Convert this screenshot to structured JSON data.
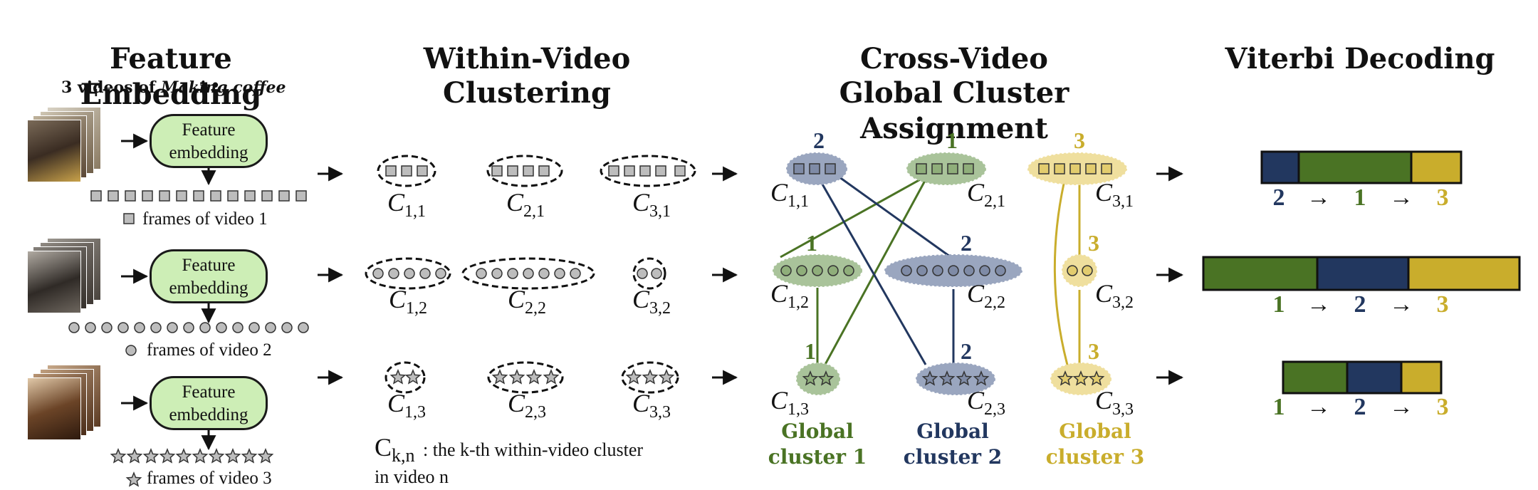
{
  "titles": {
    "col1": "Feature Embedding",
    "col2_line1": "Within-Video",
    "col2_line2": "Clustering",
    "col3_line1": "Cross-Video",
    "col3_line2": "Global Cluster Assignment",
    "col4": "Viterbi Decoding"
  },
  "subtitle": {
    "prefix": "3 videos of",
    "task": "Making coffee"
  },
  "embedding_label": "Feature embedding",
  "frame_captions": [
    "frames of video 1",
    "frames of video 2",
    "frames of video 3"
  ],
  "within_clusters": [
    [
      "C",
      "1,1",
      "2,1",
      "3,1"
    ],
    [
      "C",
      "1,2",
      "2,2",
      "3,2"
    ],
    [
      "C",
      "1,3",
      "2,3",
      "3,3"
    ]
  ],
  "notation": {
    "symbol": "C",
    "sub": "k,n",
    "desc": " : the k-th within-video cluster",
    "desc2": "in video n"
  },
  "global": {
    "row1": [
      {
        "num": "2",
        "name": "C",
        "sub": "1,1"
      },
      {
        "num": "1",
        "name": "C",
        "sub": "2,1"
      },
      {
        "num": "3",
        "name": "C",
        "sub": "3,1"
      }
    ],
    "row2": [
      {
        "num": "1",
        "name": "C",
        "sub": "1,2"
      },
      {
        "num": "2",
        "name": "C",
        "sub": "2,2"
      },
      {
        "num": "3",
        "name": "C",
        "sub": "3,2"
      }
    ],
    "row3": [
      {
        "num": "1",
        "name": "C",
        "sub": "1,3"
      },
      {
        "num": "2",
        "name": "C",
        "sub": "2,3"
      },
      {
        "num": "3",
        "name": "C",
        "sub": "3,3"
      }
    ],
    "labels": [
      {
        "l1": "Global",
        "l2": "cluster 1"
      },
      {
        "l1": "Global",
        "l2": "cluster 2"
      },
      {
        "l1": "Global",
        "l2": "cluster 3"
      }
    ]
  },
  "colors": {
    "cluster1": "#4a7324",
    "cluster2": "#22375f",
    "cluster3": "#c9ad2c",
    "cluster1_fill": "#a9c39a",
    "cluster2_fill": "#9aa6bf",
    "cluster3_fill": "#efdf9e",
    "embed_fill": "#cdeeb6"
  },
  "viterbi": [
    {
      "seq": [
        "2",
        "1",
        "3"
      ],
      "arrow": "→"
    },
    {
      "seq": [
        "1",
        "2",
        "3"
      ],
      "arrow": "→"
    },
    {
      "seq": [
        "1",
        "2",
        "3"
      ],
      "arrow": "→"
    }
  ]
}
